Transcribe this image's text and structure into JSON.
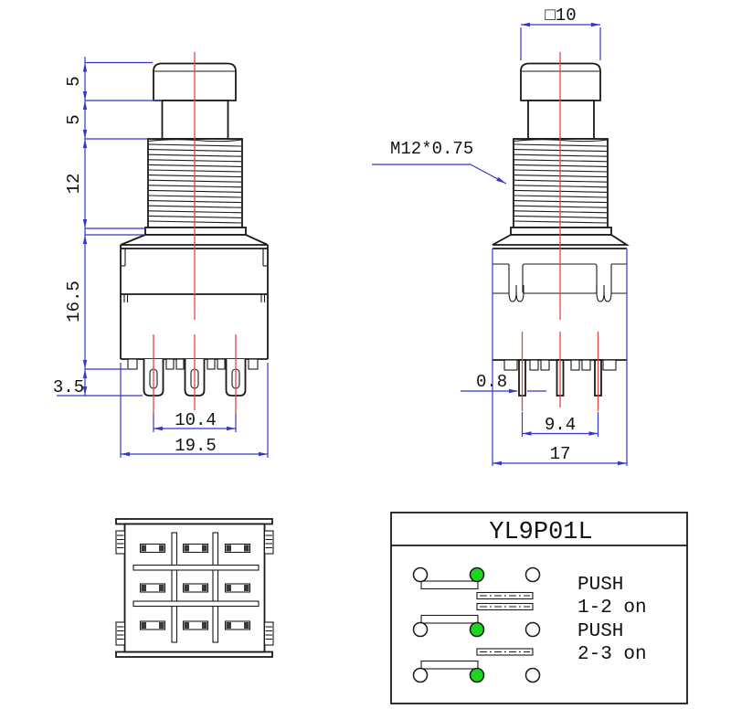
{
  "front_view": {
    "dims": {
      "cap_height": "5",
      "stem_height": "5",
      "thread_length": "12",
      "body_height": "16.5",
      "terminal_length": "3.5",
      "terminal_span": "10.4",
      "body_width": "19.5"
    }
  },
  "side_view": {
    "dims": {
      "actuator_square": "□10",
      "thread_spec": "M12*0.75",
      "pin_thickness": "0.8",
      "pin_span": "9.4",
      "body_width": "17"
    }
  },
  "schematic": {
    "model": "YL9P01L",
    "notes": [
      "PUSH",
      "1-2 on",
      "PUSH",
      "2-3 on"
    ]
  },
  "colors": {
    "dimension_blue": "#3535cf",
    "centerline_red": "#e04545",
    "contact_green": "#1fd41f",
    "outline_black": "#1a1a1a"
  }
}
